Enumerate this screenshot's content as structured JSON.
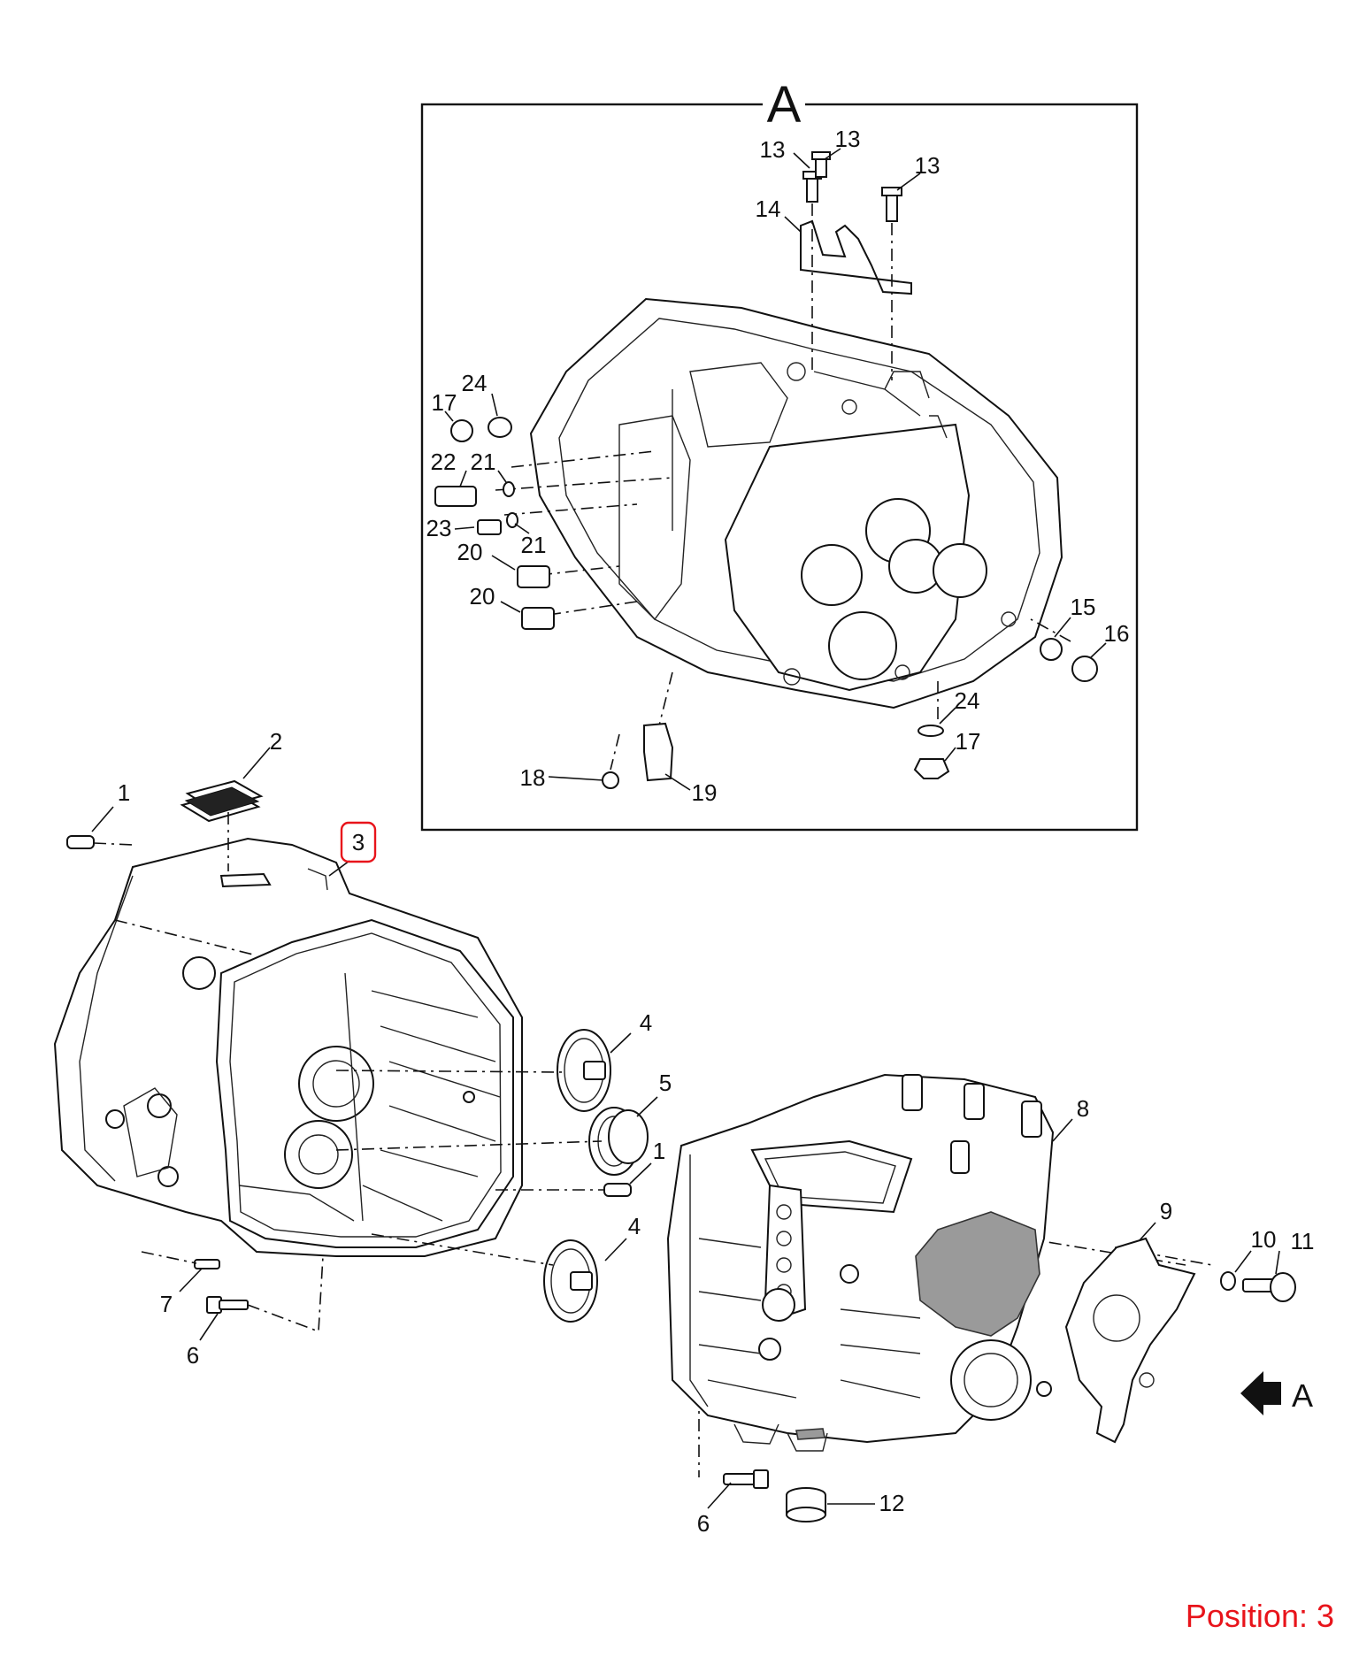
{
  "inset": {
    "title": "A",
    "callouts": [
      "13",
      "13",
      "13",
      "14",
      "24",
      "17",
      "22",
      "21",
      "23",
      "21",
      "20",
      "20",
      "15",
      "16",
      "24",
      "17",
      "18",
      "19"
    ]
  },
  "main": {
    "callouts": [
      "1",
      "2",
      "3",
      "4",
      "5",
      "1",
      "4",
      "7",
      "6",
      "8",
      "9",
      "10",
      "11",
      "6",
      "12"
    ],
    "view_arrow_label": "A",
    "highlighted_callout": "3"
  },
  "caption": {
    "text": "Position: 3",
    "color": "#e8141b"
  },
  "colors": {
    "highlight": "#e8141b",
    "ink": "#111111"
  }
}
